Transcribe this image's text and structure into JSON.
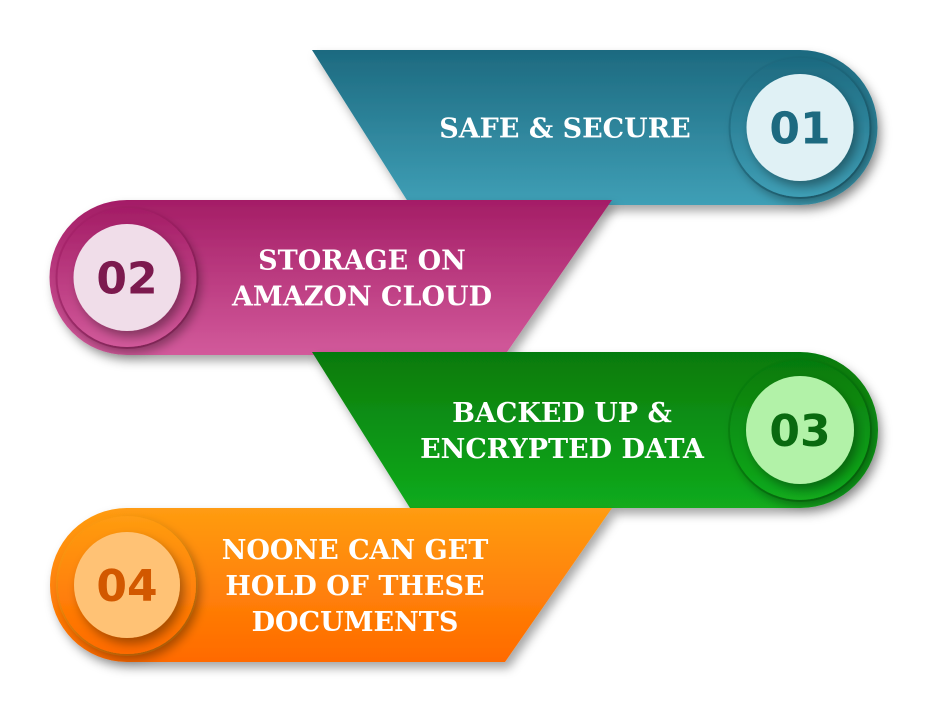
{
  "items": [
    {
      "number": "01",
      "lines": [
        "SAFE & SECURE"
      ],
      "color_dark": "#1d6a80",
      "color_light": "#3f9fb6",
      "inner": "#e0f1f5",
      "num_color": "#1d6a80"
    },
    {
      "number": "02",
      "lines": [
        "STORAGE ON",
        "AMAZON CLOUD"
      ],
      "color_dark": "#a41d66",
      "color_light": "#d25a9b",
      "inner": "#f0dde9",
      "num_color": "#7c1a4e"
    },
    {
      "number": "03",
      "lines": [
        "BACKED UP &",
        "ENCRYPTED DATA"
      ],
      "color_dark": "#067a0c",
      "color_light": "#12ab1c",
      "inner": "#b2f2a8",
      "num_color": "#0a6a10"
    },
    {
      "number": "04",
      "lines": [
        "NOONE CAN GET",
        "HOLD OF THESE",
        "DOCUMENTS"
      ],
      "color_dark": "#ff9c12",
      "color_light": "#ff6a00",
      "inner": "#ffc274",
      "num_color": "#d25800"
    }
  ]
}
